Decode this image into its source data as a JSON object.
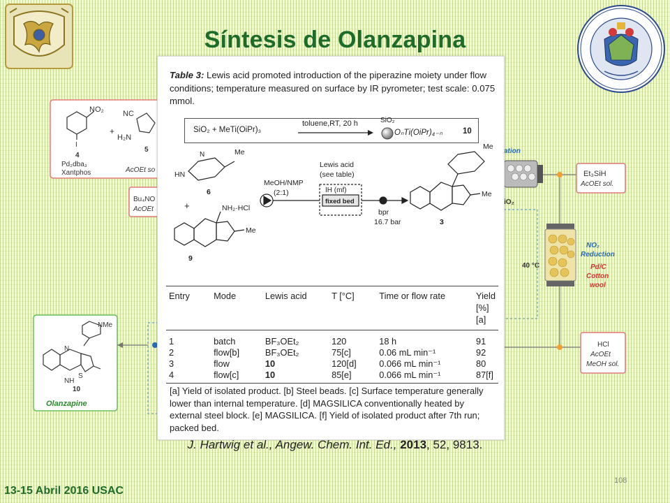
{
  "slide": {
    "title": "Síntesis de Olanzapina",
    "footer_date": "13-15 Abril 2016 USAC",
    "page_number": "108"
  },
  "reference": {
    "authors": "J. Hartwig et al., Angew. Chem. Int. Ed.,",
    "year": "2013",
    "volume_pages": ", 52, 9813."
  },
  "table3": {
    "label": "Table 3:",
    "caption": "Lewis acid promoted introduction of the piperazine moiety under flow conditions; temperature measured on surface by IR pyrometer; test scale: 0.075 mmol.",
    "support_eq": {
      "reactants": "SiO₂  +  MeTi(OiPr)₃",
      "conditions": "toluene,RT, 20 h",
      "product_label": "SiO₂",
      "product": "OₙTi(OiPr)₄₋ₙ",
      "product_number": "10"
    },
    "scheme": {
      "n_methylpiperazine_me": "Me",
      "n_methylpiperazine_hn": "HN",
      "n_methylpiperazine_n": "N",
      "reagent_number": "6",
      "plus": "+",
      "salt_label": "NH₂·HCl",
      "substrate_number": "9",
      "substrate_me": "Me",
      "solvent": "MeOH/NMP",
      "solvent_ratio": "(2:1)",
      "lewis_acid": "Lewis acid",
      "see_table": "(see table)",
      "ih": "IH (mf)",
      "fixed_bed": "fixed bed",
      "bpr": "bpr",
      "pressure": "16.7 bar",
      "product_number": "3",
      "product_me": "Me",
      "product_pip_me": "Me"
    },
    "headers": [
      "Entry",
      "Mode",
      "Lewis acid",
      "T [°C]",
      "Time or flow rate",
      "Yield [%][a]"
    ],
    "rows": [
      {
        "entry": "1",
        "mode": "batch",
        "la": "BF₃OEt₂",
        "t": "120",
        "time": "18 h",
        "yield": "91"
      },
      {
        "entry": "2",
        "mode": "flow[b]",
        "la": "BF₃OEt₂",
        "t": "75[c]",
        "time": "0.06 mL min⁻¹",
        "yield": "92"
      },
      {
        "entry": "3",
        "mode": "flow",
        "la": "10",
        "t": "120[d]",
        "time": "0.066 mL min⁻¹",
        "yield": "80"
      },
      {
        "entry": "4",
        "mode": "flow[c]",
        "la": "10",
        "t": "85[e]",
        "time": "0.066 mL min⁻¹",
        "yield": "87[f]"
      }
    ],
    "footnotes": "[a] Yield of isolated product. [b] Steel beads. [c] Surface temperature generally lower than internal temperature. [d] MAGSILICA conventionally heated by external steel block. [e] MAGSILICA. [f] Yield of isolated product after 7th run; packed bed."
  },
  "background_scheme": {
    "no2": "NO₂",
    "nc": "NC",
    "h2n": "H₂N",
    "i": "I",
    "num4": "4",
    "num5": "5",
    "pd": "Pd₂dba₃",
    "xantphos": "Xantphos",
    "acoet_sol": "AcOEt so",
    "bu4n": "Bu₄NO",
    "acoet2": "AcOEt",
    "ation": "ation",
    "io2": "iO₂",
    "et3sih": "Et₃SiH",
    "acoet_sol2": "AcOEt sol.",
    "no2_red1": "NO₂",
    "no2_red2": "Reduction",
    "pdc": "Pd/C",
    "cotton": "Cotton",
    "wool": "wool",
    "temp": "40 °C",
    "hcl": "HCl",
    "acoet3": "AcOEt",
    "meoh_sol": "MeOH sol.",
    "olanzapine": "Olanzapine",
    "num10": "10",
    "nme": "NMe",
    "n_label": "N",
    "nh": "NH",
    "s": "S"
  }
}
